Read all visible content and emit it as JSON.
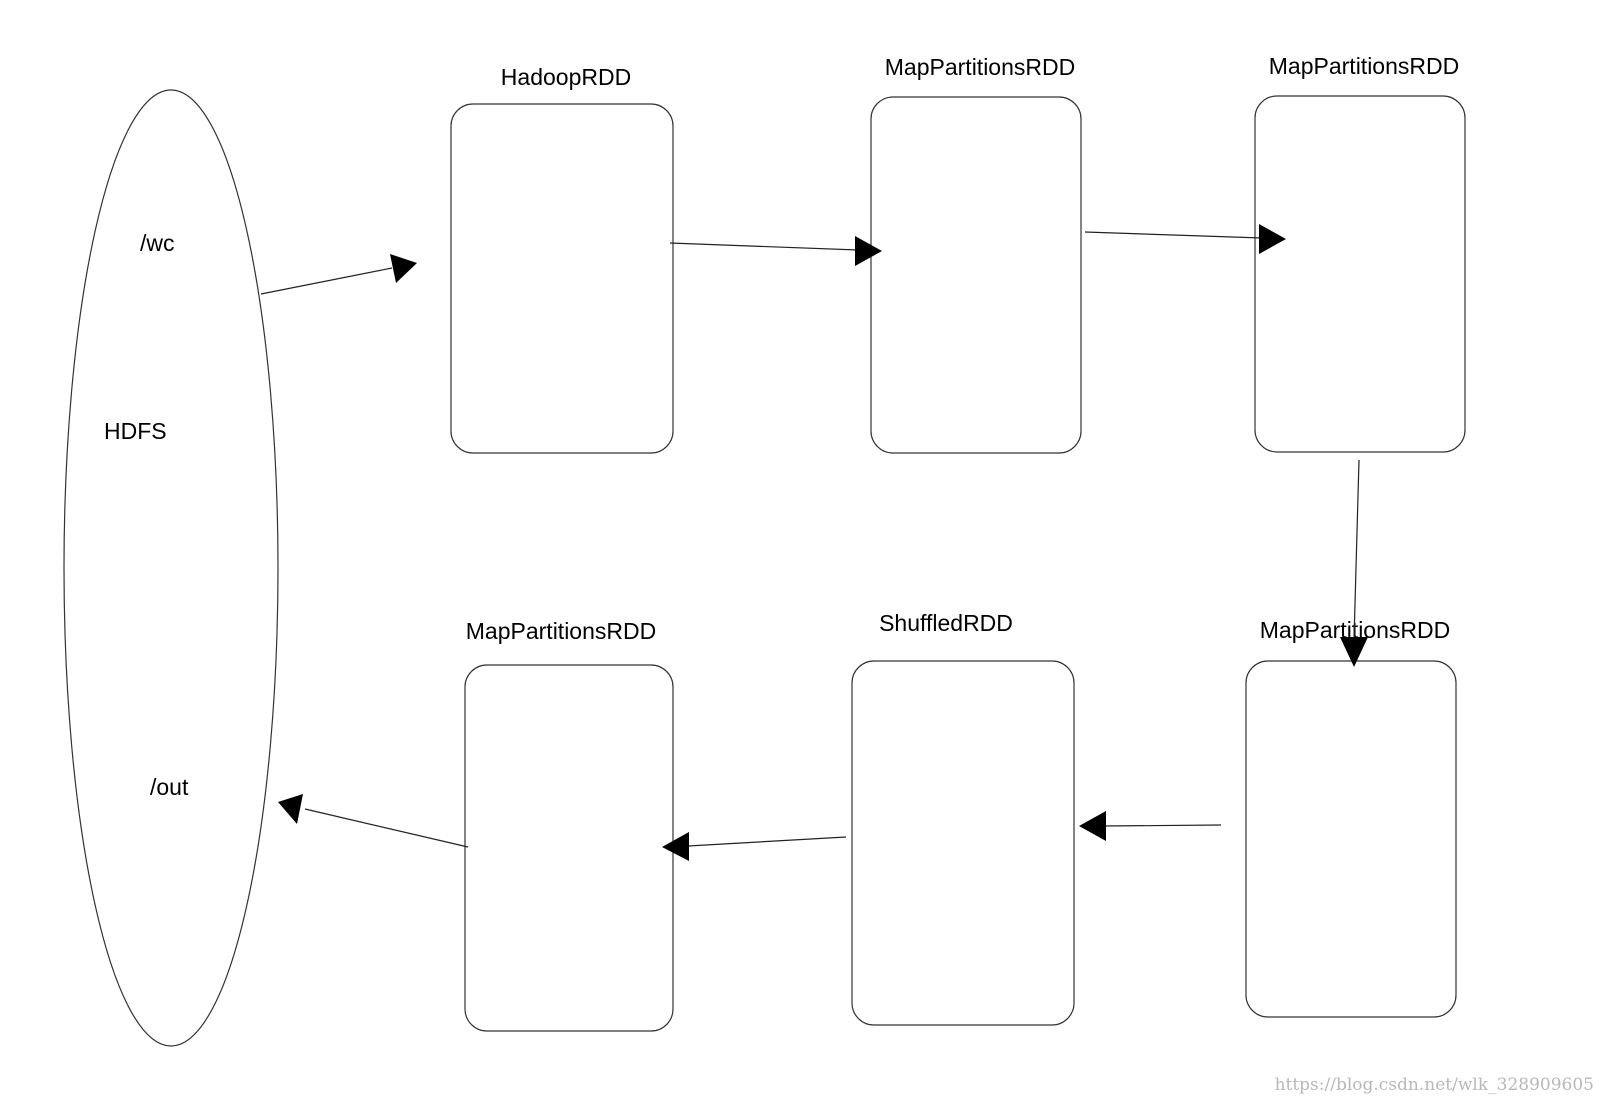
{
  "storage": {
    "name": "HDFS",
    "input_path": "/wc",
    "output_path": "/out"
  },
  "nodes": [
    {
      "id": "hadoop-rdd",
      "label": "HadoopRDD"
    },
    {
      "id": "map-partitions-rdd-1",
      "label": "MapPartitionsRDD"
    },
    {
      "id": "map-partitions-rdd-2",
      "label": "MapPartitionsRDD"
    },
    {
      "id": "map-partitions-rdd-3",
      "label": "MapPartitionsRDD"
    },
    {
      "id": "shuffled-rdd",
      "label": "ShuffledRDD"
    },
    {
      "id": "map-partitions-rdd-4",
      "label": "MapPartitionsRDD"
    }
  ],
  "edges": [
    {
      "from": "hdfs",
      "to": "hadoop-rdd"
    },
    {
      "from": "hadoop-rdd",
      "to": "map-partitions-rdd-1"
    },
    {
      "from": "map-partitions-rdd-1",
      "to": "map-partitions-rdd-2"
    },
    {
      "from": "map-partitions-rdd-2",
      "to": "map-partitions-rdd-3"
    },
    {
      "from": "map-partitions-rdd-3",
      "to": "shuffled-rdd"
    },
    {
      "from": "shuffled-rdd",
      "to": "map-partitions-rdd-4"
    },
    {
      "from": "map-partitions-rdd-4",
      "to": "hdfs"
    }
  ],
  "watermark": "https://blog.csdn.net/wlk_328909605"
}
